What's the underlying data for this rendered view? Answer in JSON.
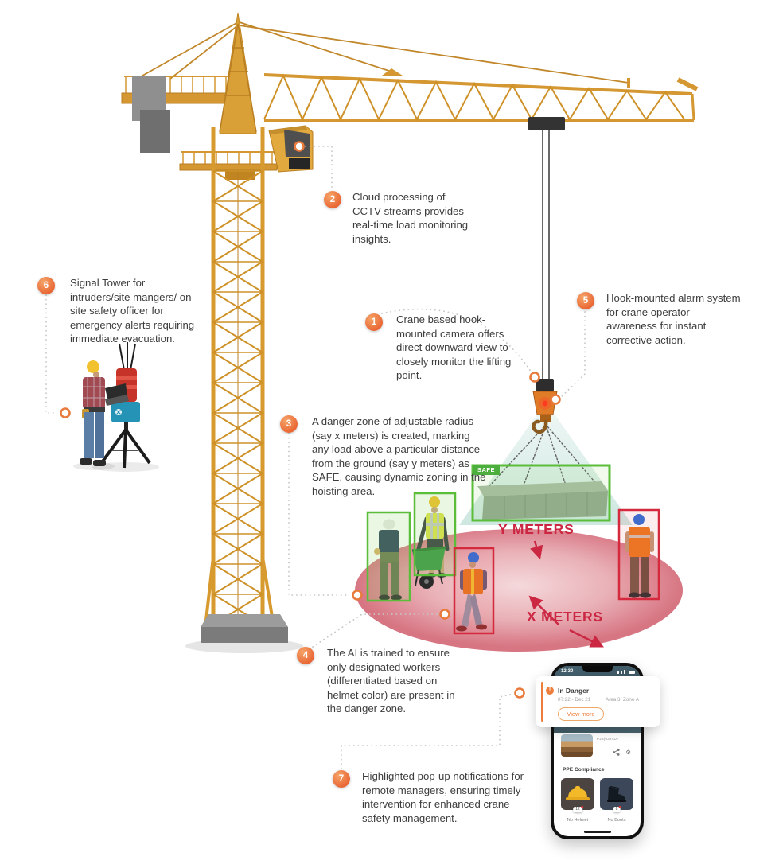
{
  "callouts": [
    {
      "number": "1",
      "text": "Crane based hook-mounted camera offers direct downward view to closely monitor the lifting point."
    },
    {
      "number": "2",
      "text": "Cloud processing of CCTV streams provides real-time load monitoring insights."
    },
    {
      "number": "3",
      "text": "A danger zone of adjustable radius (say x meters) is created, marking any load above a particular distance from the ground (say y meters) as SAFE, causing dynamic zoning in the hoisting area."
    },
    {
      "number": "4",
      "text": "The AI is trained to ensure only designated workers (differentiated based on helmet color) are present in the danger zone."
    },
    {
      "number": "5",
      "text": "Hook-mounted alarm system for crane operator awareness for instant corrective action."
    },
    {
      "number": "6",
      "text": "Signal Tower for intruders/site mangers/ on-site safety officer for emergency alerts requiring immediate evacuation."
    },
    {
      "number": "7",
      "text": "Highlighted pop-up notifications for remote managers, ensuring timely intervention for enhanced crane safety management."
    }
  ],
  "zone": {
    "safe_label": "SAFE",
    "y_label": "Y METERS",
    "x_label": "X METERS"
  },
  "phone": {
    "status_time": "12:30",
    "notification": {
      "title": "In Danger",
      "timestamp": "07:22 - Dec 21",
      "location": "Area 3, Zone A",
      "button_label": "View more"
    },
    "snapshot_id": "P23(0324D)",
    "ppe_header": "PPE Compliance",
    "ppe_add_label": "+",
    "cards": [
      {
        "count": "12",
        "label": "No Helmet"
      },
      {
        "count": "8",
        "label": "No Boots"
      }
    ]
  },
  "colors": {
    "accent_orange": "#ED7D3A",
    "danger_red": "#CB2742",
    "safe_green": "#5BBE3B",
    "crane_yellow": "#D49731"
  }
}
